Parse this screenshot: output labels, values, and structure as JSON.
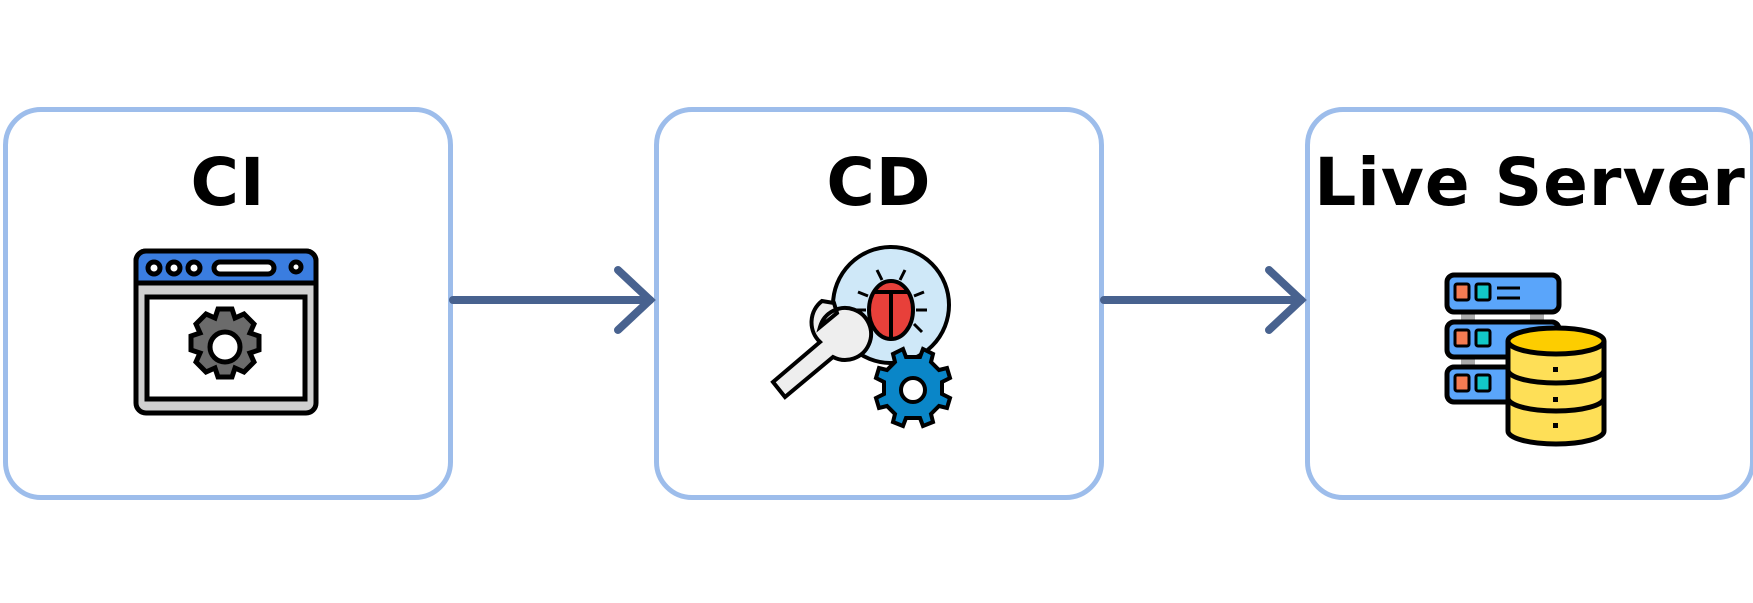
{
  "diagram": {
    "nodes": [
      {
        "id": "ci",
        "label": "CI",
        "icon": "browser-gear-icon"
      },
      {
        "id": "cd",
        "label": "CD",
        "icon": "bug-wrench-gear-icon"
      },
      {
        "id": "live",
        "label": "Live Server",
        "icon": "server-database-icon"
      }
    ],
    "edges": [
      {
        "from": "ci",
        "to": "cd"
      },
      {
        "from": "cd",
        "to": "live"
      }
    ],
    "colors": {
      "border": "#9dbdeb",
      "arrow": "#48628f",
      "blue": "#3a7de0",
      "yellow": "#fedf57"
    }
  }
}
